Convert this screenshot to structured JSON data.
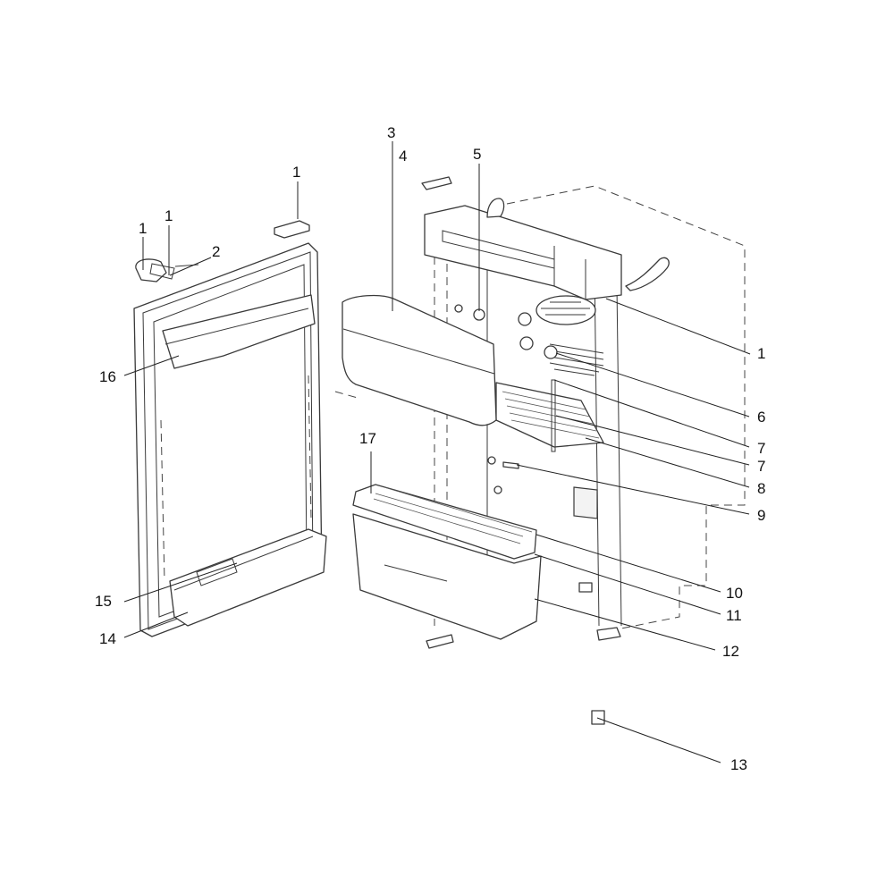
{
  "callouts": {
    "c1_top": "1",
    "c1_hinge_a": "1",
    "c1_hinge_b": "1",
    "c1_right": "1",
    "c2": "2",
    "c3": "3",
    "c4": "4",
    "c5": "5",
    "c6": "6",
    "c7a": "7",
    "c7b": "7",
    "c8": "8",
    "c9": "9",
    "c10": "10",
    "c11": "11",
    "c12": "12",
    "c13": "13",
    "c14": "14",
    "c15": "15",
    "c16": "16",
    "c17": "17"
  }
}
